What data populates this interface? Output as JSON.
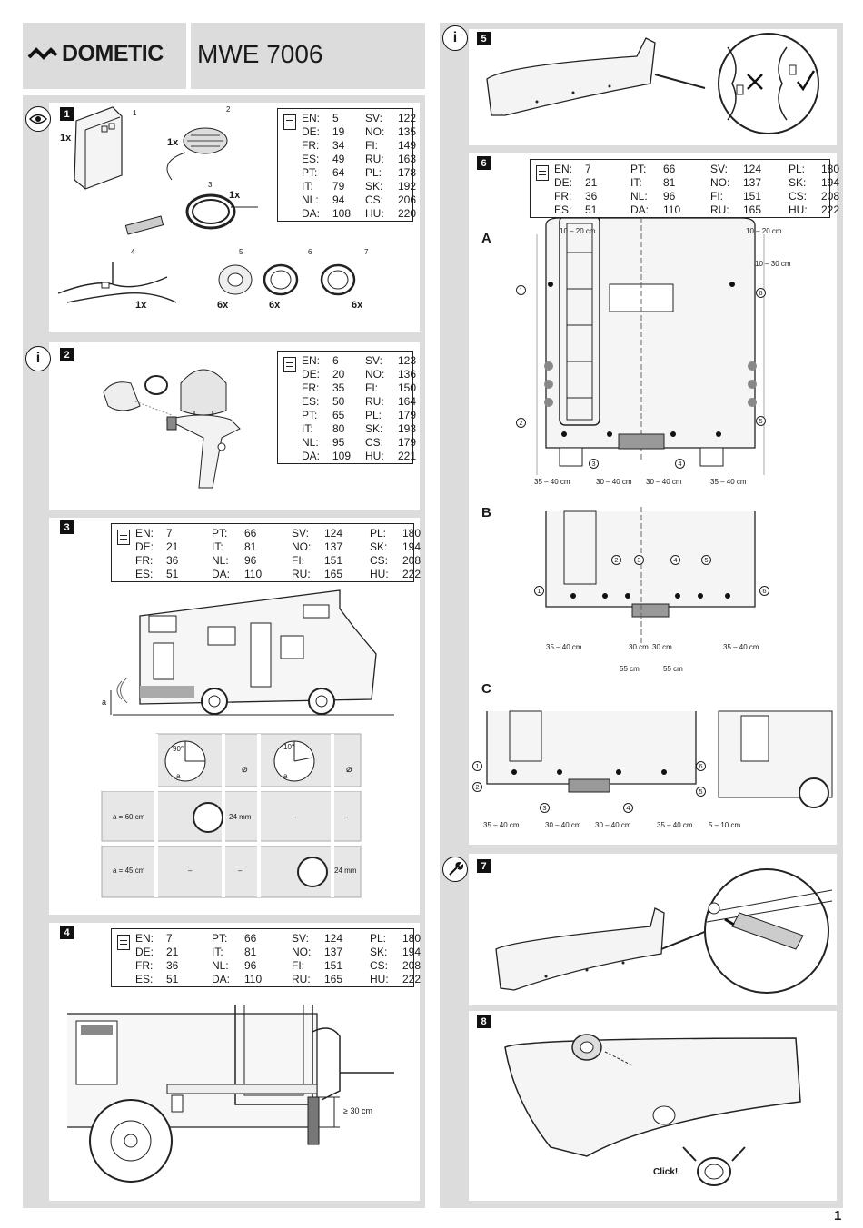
{
  "header": {
    "brand": "DOMETIC",
    "model": "MWE 7006",
    "page_number": "1"
  },
  "lang_rows_a": [
    [
      "EN:",
      "5",
      "SV:",
      "122"
    ],
    [
      "DE:",
      "19",
      "NO:",
      "135"
    ],
    [
      "FR:",
      "34",
      "FI:",
      "149"
    ],
    [
      "ES:",
      "49",
      "RU:",
      "163"
    ],
    [
      "PT:",
      "64",
      "PL:",
      "178"
    ],
    [
      "IT:",
      "79",
      "SK:",
      "192"
    ],
    [
      "NL:",
      "94",
      "CS:",
      "206"
    ],
    [
      "DA:",
      "108",
      "HU:",
      "220"
    ]
  ],
  "lang_rows_b": [
    [
      "EN:",
      "6",
      "SV:",
      "123"
    ],
    [
      "DE:",
      "20",
      "NO:",
      "136"
    ],
    [
      "FR:",
      "35",
      "FI:",
      "150"
    ],
    [
      "ES:",
      "50",
      "RU:",
      "164"
    ],
    [
      "PT:",
      "65",
      "PL:",
      "179"
    ],
    [
      "IT:",
      "80",
      "SK:",
      "193"
    ],
    [
      "NL:",
      "95",
      "CS:",
      "179"
    ],
    [
      "DA:",
      "109",
      "HU:",
      "221"
    ]
  ],
  "lang_rows_c": [
    [
      "EN:",
      "7",
      "PT:",
      "66",
      "SV:",
      "124",
      "PL:",
      "180"
    ],
    [
      "DE:",
      "21",
      "IT:",
      "81",
      "NO:",
      "137",
      "SK:",
      "194"
    ],
    [
      "FR:",
      "36",
      "NL:",
      "96",
      "FI:",
      "151",
      "CS:",
      "208"
    ],
    [
      "ES:",
      "51",
      "DA:",
      "110",
      "RU:",
      "165",
      "HU:",
      "222"
    ]
  ],
  "lang_rows_d": [
    [
      "EN:",
      "7",
      "PT:",
      "66",
      "SV:",
      "124",
      "PL:",
      "180"
    ],
    [
      "DE:",
      "21",
      "IT:",
      "81",
      "NO:",
      "137",
      "SK:",
      "194"
    ],
    [
      "FR:",
      "36",
      "NL:",
      "96",
      "FI:",
      "151",
      "CS:",
      "208"
    ],
    [
      "ES:",
      "51",
      "DA:",
      "110",
      "RU:",
      "165",
      "HU:",
      "222"
    ]
  ],
  "lang_rows_e": [
    [
      "EN:",
      "7",
      "PT:",
      "66",
      "SV:",
      "124",
      "PL:",
      "180"
    ],
    [
      "DE:",
      "21",
      "IT:",
      "81",
      "NO:",
      "137",
      "SK:",
      "194"
    ],
    [
      "FR:",
      "36",
      "NL:",
      "96",
      "FI:",
      "151",
      "CS:",
      "208"
    ],
    [
      "ES:",
      "51",
      "DA:",
      "110",
      "RU:",
      "165",
      "HU:",
      "222"
    ]
  ],
  "step_numbers": [
    "1",
    "2",
    "3",
    "4",
    "5",
    "6",
    "7",
    "8"
  ],
  "step1": {
    "parts": [
      "1",
      "2",
      "3",
      "4",
      "5",
      "6",
      "7"
    ],
    "qty_1": "1x",
    "qty_2": "1x",
    "qty_3": "1x",
    "qty_4": "1x",
    "qty_5": "6x",
    "qty_6": "6x",
    "qty_7": "6x"
  },
  "step3": {
    "a_label": "a",
    "angle_90": "90°",
    "angle_10": "10°",
    "a_small": "a",
    "diam": "⌀",
    "row1_label": "a = 60 cm",
    "row1_size": "24 mm",
    "row1_dash1": "–",
    "row1_dash2": "–",
    "row2_label": "a = 45 cm",
    "row2_dash1": "–",
    "row2_dash2": "–",
    "row2_size": "24 mm"
  },
  "step4": {
    "dim": "≥ 30 cm"
  },
  "step6": {
    "A": {
      "letter": "A",
      "top_left": "10 – 20 cm",
      "top_right": "10 – 20 cm",
      "side": "10 – 30 cm",
      "bottom": [
        "35 – 40 cm",
        "30 – 40 cm",
        "30 – 40 cm",
        "35 – 40 cm"
      ],
      "markers": [
        "1",
        "2",
        "3",
        "4",
        "5",
        "6"
      ]
    },
    "B": {
      "letter": "B",
      "bottom_outer_l": "35 – 40 cm",
      "mid1": "30 cm",
      "mid2": "30 cm",
      "bottom_outer_r": "35 – 40 cm",
      "far1": "55 cm",
      "far2": "55 cm",
      "markers": [
        "1",
        "2",
        "3",
        "4",
        "5",
        "6"
      ]
    },
    "C": {
      "letter": "C",
      "bottom": [
        "35 – 40 cm",
        "30 – 40 cm",
        "30 – 40 cm",
        "35 – 40 cm"
      ],
      "side": "5 – 10 cm",
      "markers": [
        "1",
        "2",
        "3",
        "4",
        "5",
        "6"
      ]
    }
  },
  "step8": {
    "click": "Click!"
  }
}
